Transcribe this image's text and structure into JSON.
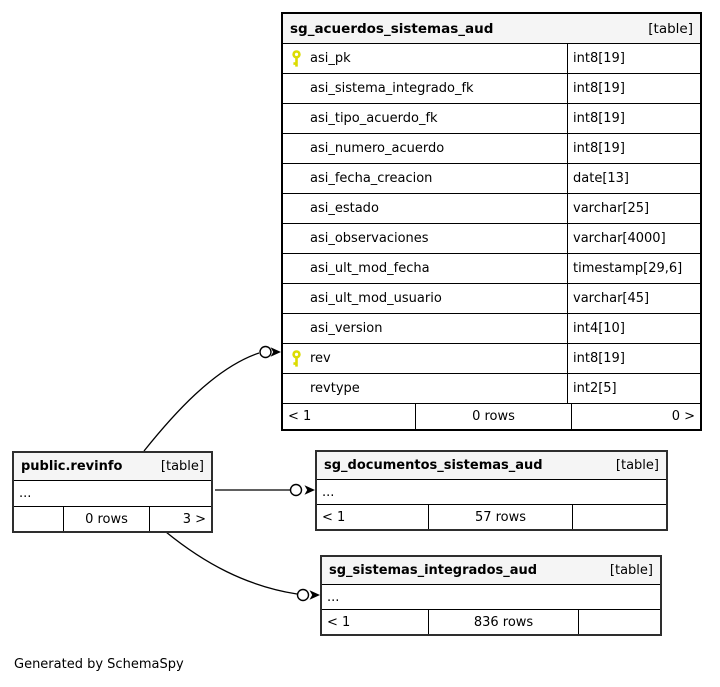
{
  "colors": {
    "key_icon": "#dcdc00",
    "header_bg": "#f5f5f5",
    "border": "#000000"
  },
  "generated_note": "Generated by SchemaSpy",
  "tables": {
    "main": {
      "name": "sg_acuerdos_sistemas_aud",
      "type_label": "[table]",
      "columns": [
        {
          "name": "asi_pk",
          "type": "int8[19]",
          "key": true
        },
        {
          "name": "asi_sistema_integrado_fk",
          "type": "int8[19]",
          "key": false
        },
        {
          "name": "asi_tipo_acuerdo_fk",
          "type": "int8[19]",
          "key": false
        },
        {
          "name": "asi_numero_acuerdo",
          "type": "int8[19]",
          "key": false
        },
        {
          "name": "asi_fecha_creacion",
          "type": "date[13]",
          "key": false
        },
        {
          "name": "asi_estado",
          "type": "varchar[25]",
          "key": false
        },
        {
          "name": "asi_observaciones",
          "type": "varchar[4000]",
          "key": false
        },
        {
          "name": "asi_ult_mod_fecha",
          "type": "timestamp[29,6]",
          "key": false
        },
        {
          "name": "asi_ult_mod_usuario",
          "type": "varchar[45]",
          "key": false
        },
        {
          "name": "asi_version",
          "type": "int4[10]",
          "key": false
        },
        {
          "name": "rev",
          "type": "int8[19]",
          "key": true
        },
        {
          "name": "revtype",
          "type": "int2[5]",
          "key": false
        }
      ],
      "footer": {
        "left": "< 1",
        "center": "0 rows",
        "right": "0 >"
      }
    },
    "revinfo": {
      "name": "public.revinfo",
      "type_label": "[table]",
      "collapsed": "...",
      "footer": {
        "left": "",
        "center": "0 rows",
        "right": "3 >"
      }
    },
    "documentos": {
      "name": "sg_documentos_sistemas_aud",
      "type_label": "[table]",
      "collapsed": "...",
      "footer": {
        "left": "< 1",
        "center": "57 rows",
        "right": ""
      }
    },
    "sistemas": {
      "name": "sg_sistemas_integrados_aud",
      "type_label": "[table]",
      "collapsed": "...",
      "footer": {
        "left": "< 1",
        "center": "836 rows",
        "right": ""
      }
    }
  }
}
